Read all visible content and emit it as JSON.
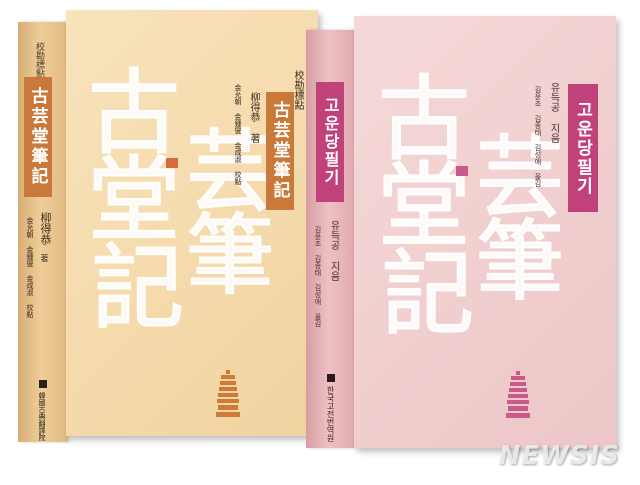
{
  "left_book": {
    "spine_top": "校勘標點",
    "spine_title": "古芸堂筆記",
    "spine_author": "柳得恭",
    "spine_author_suffix": "著",
    "spine_editors": "金允朝 金鍾燮 金咸淑 校點",
    "spine_publisher": "韓國古典翻譯院",
    "cover_series": "校勘標點",
    "cover_title": "古芸堂筆記",
    "cover_author": "柳得恭 著",
    "cover_editors": "金允朝 金鍾燮 金咸淑 校點",
    "big_glyphs": [
      "古",
      "芸",
      "堂",
      "筆",
      "記"
    ],
    "colors": {
      "cover": "#f6dcae",
      "spine": "#ebc58e",
      "label": "#c97a3a",
      "label_text": "#ffffff"
    }
  },
  "right_book": {
    "spine_title": "고운당필기",
    "spine_author": "유득공 지음",
    "spine_translators": "김윤조 김종태 김성애 옮김",
    "spine_publisher": "한국고전번역원",
    "cover_title": "고운당필기",
    "cover_author": "유득공 지음",
    "cover_translators": "김윤조 김종태 김성애 옮김",
    "big_glyphs": [
      "古",
      "芸",
      "堂",
      "筆",
      "記"
    ],
    "colors": {
      "cover": "#f1cfcf",
      "spine": "#e4b2b5",
      "label": "#c1427a",
      "label_text": "#ffffff"
    }
  },
  "watermark": "NEWSIS"
}
